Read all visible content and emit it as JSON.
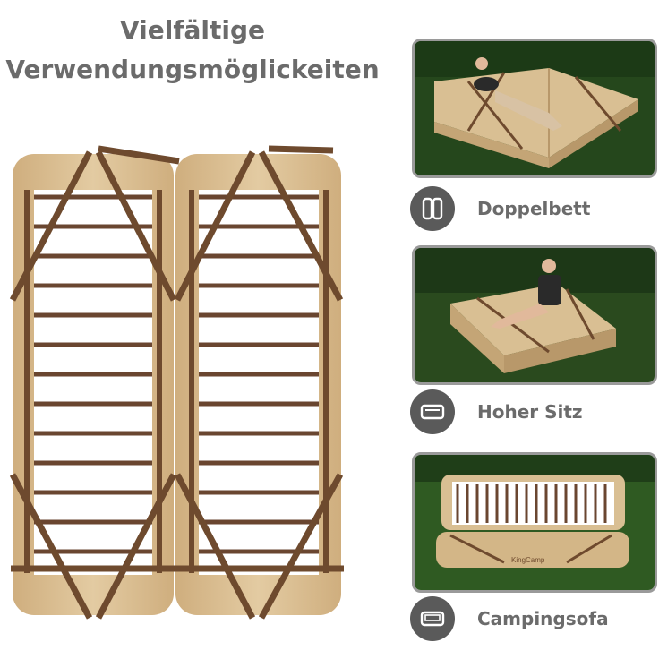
{
  "header": {
    "line1": "Vielfältige",
    "line2": "Verwendungsmöglickeiten"
  },
  "uses": [
    {
      "label": "Doppelbett",
      "icon": "double-bed-icon"
    },
    {
      "label": "Hoher Sitz",
      "icon": "high-seat-icon"
    },
    {
      "label": "Campingsofa",
      "icon": "sofa-icon"
    }
  ],
  "brand": "KingCamp",
  "colors": {
    "title": "#6b6b6b",
    "mattress": "#d9bf93",
    "strap": "#6e4a2e",
    "icon_bg": "#5a5a5a",
    "grass": "#2f5a22"
  }
}
